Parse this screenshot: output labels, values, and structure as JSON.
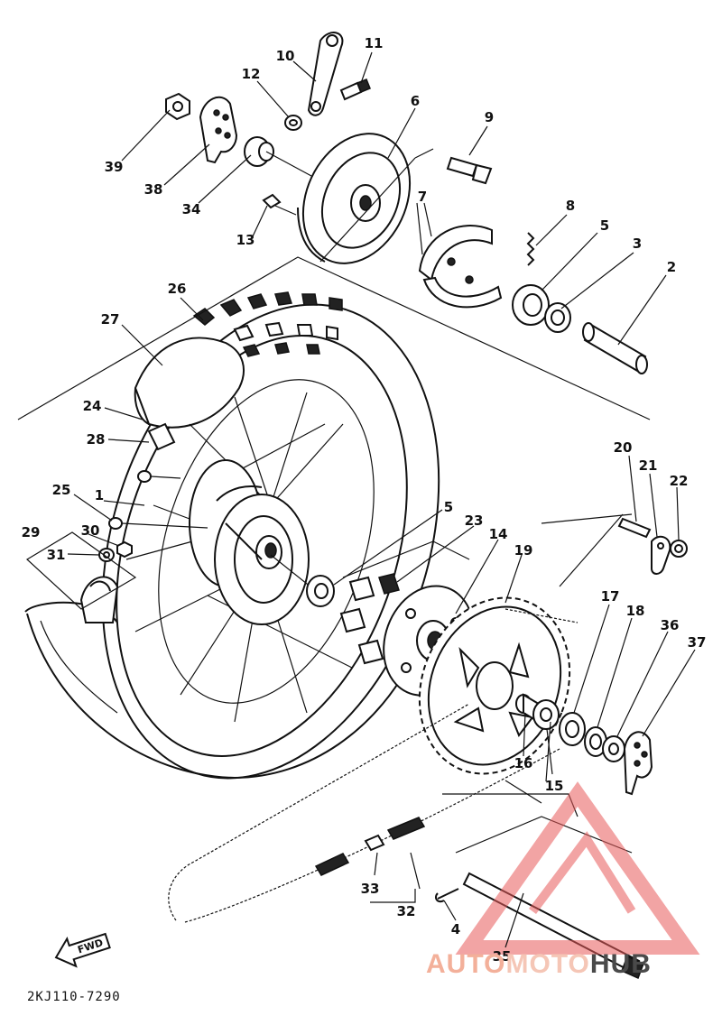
{
  "diagram": {
    "part_code": "2KJ110-7290",
    "fwd_label": "FWD",
    "labels": [
      {
        "id": "1",
        "text": "1"
      },
      {
        "id": "2",
        "text": "2"
      },
      {
        "id": "3",
        "text": "3"
      },
      {
        "id": "4",
        "text": "4"
      },
      {
        "id": "5a",
        "text": "5"
      },
      {
        "id": "5b",
        "text": "5"
      },
      {
        "id": "6",
        "text": "6"
      },
      {
        "id": "7",
        "text": "7"
      },
      {
        "id": "8",
        "text": "8"
      },
      {
        "id": "9",
        "text": "9"
      },
      {
        "id": "10",
        "text": "10"
      },
      {
        "id": "11",
        "text": "11"
      },
      {
        "id": "12",
        "text": "12"
      },
      {
        "id": "13",
        "text": "13"
      },
      {
        "id": "14",
        "text": "14"
      },
      {
        "id": "15",
        "text": "15"
      },
      {
        "id": "16",
        "text": "16"
      },
      {
        "id": "17",
        "text": "17"
      },
      {
        "id": "18",
        "text": "18"
      },
      {
        "id": "19",
        "text": "19"
      },
      {
        "id": "20",
        "text": "20"
      },
      {
        "id": "21",
        "text": "21"
      },
      {
        "id": "22",
        "text": "22"
      },
      {
        "id": "23",
        "text": "23"
      },
      {
        "id": "24",
        "text": "24"
      },
      {
        "id": "25",
        "text": "25"
      },
      {
        "id": "26",
        "text": "26"
      },
      {
        "id": "27",
        "text": "27"
      },
      {
        "id": "28",
        "text": "28"
      },
      {
        "id": "29",
        "text": "29"
      },
      {
        "id": "30",
        "text": "30"
      },
      {
        "id": "31",
        "text": "31"
      },
      {
        "id": "32",
        "text": "32"
      },
      {
        "id": "33",
        "text": "33"
      },
      {
        "id": "34",
        "text": "34"
      },
      {
        "id": "35",
        "text": "35"
      },
      {
        "id": "36",
        "text": "36"
      },
      {
        "id": "37",
        "text": "37"
      },
      {
        "id": "38",
        "text": "38"
      },
      {
        "id": "39",
        "text": "39"
      }
    ]
  },
  "watermark": {
    "part1": "AUTO",
    "part2": "MOTO",
    "part3": "HUB",
    "color_triangle": "#e85a5a"
  }
}
